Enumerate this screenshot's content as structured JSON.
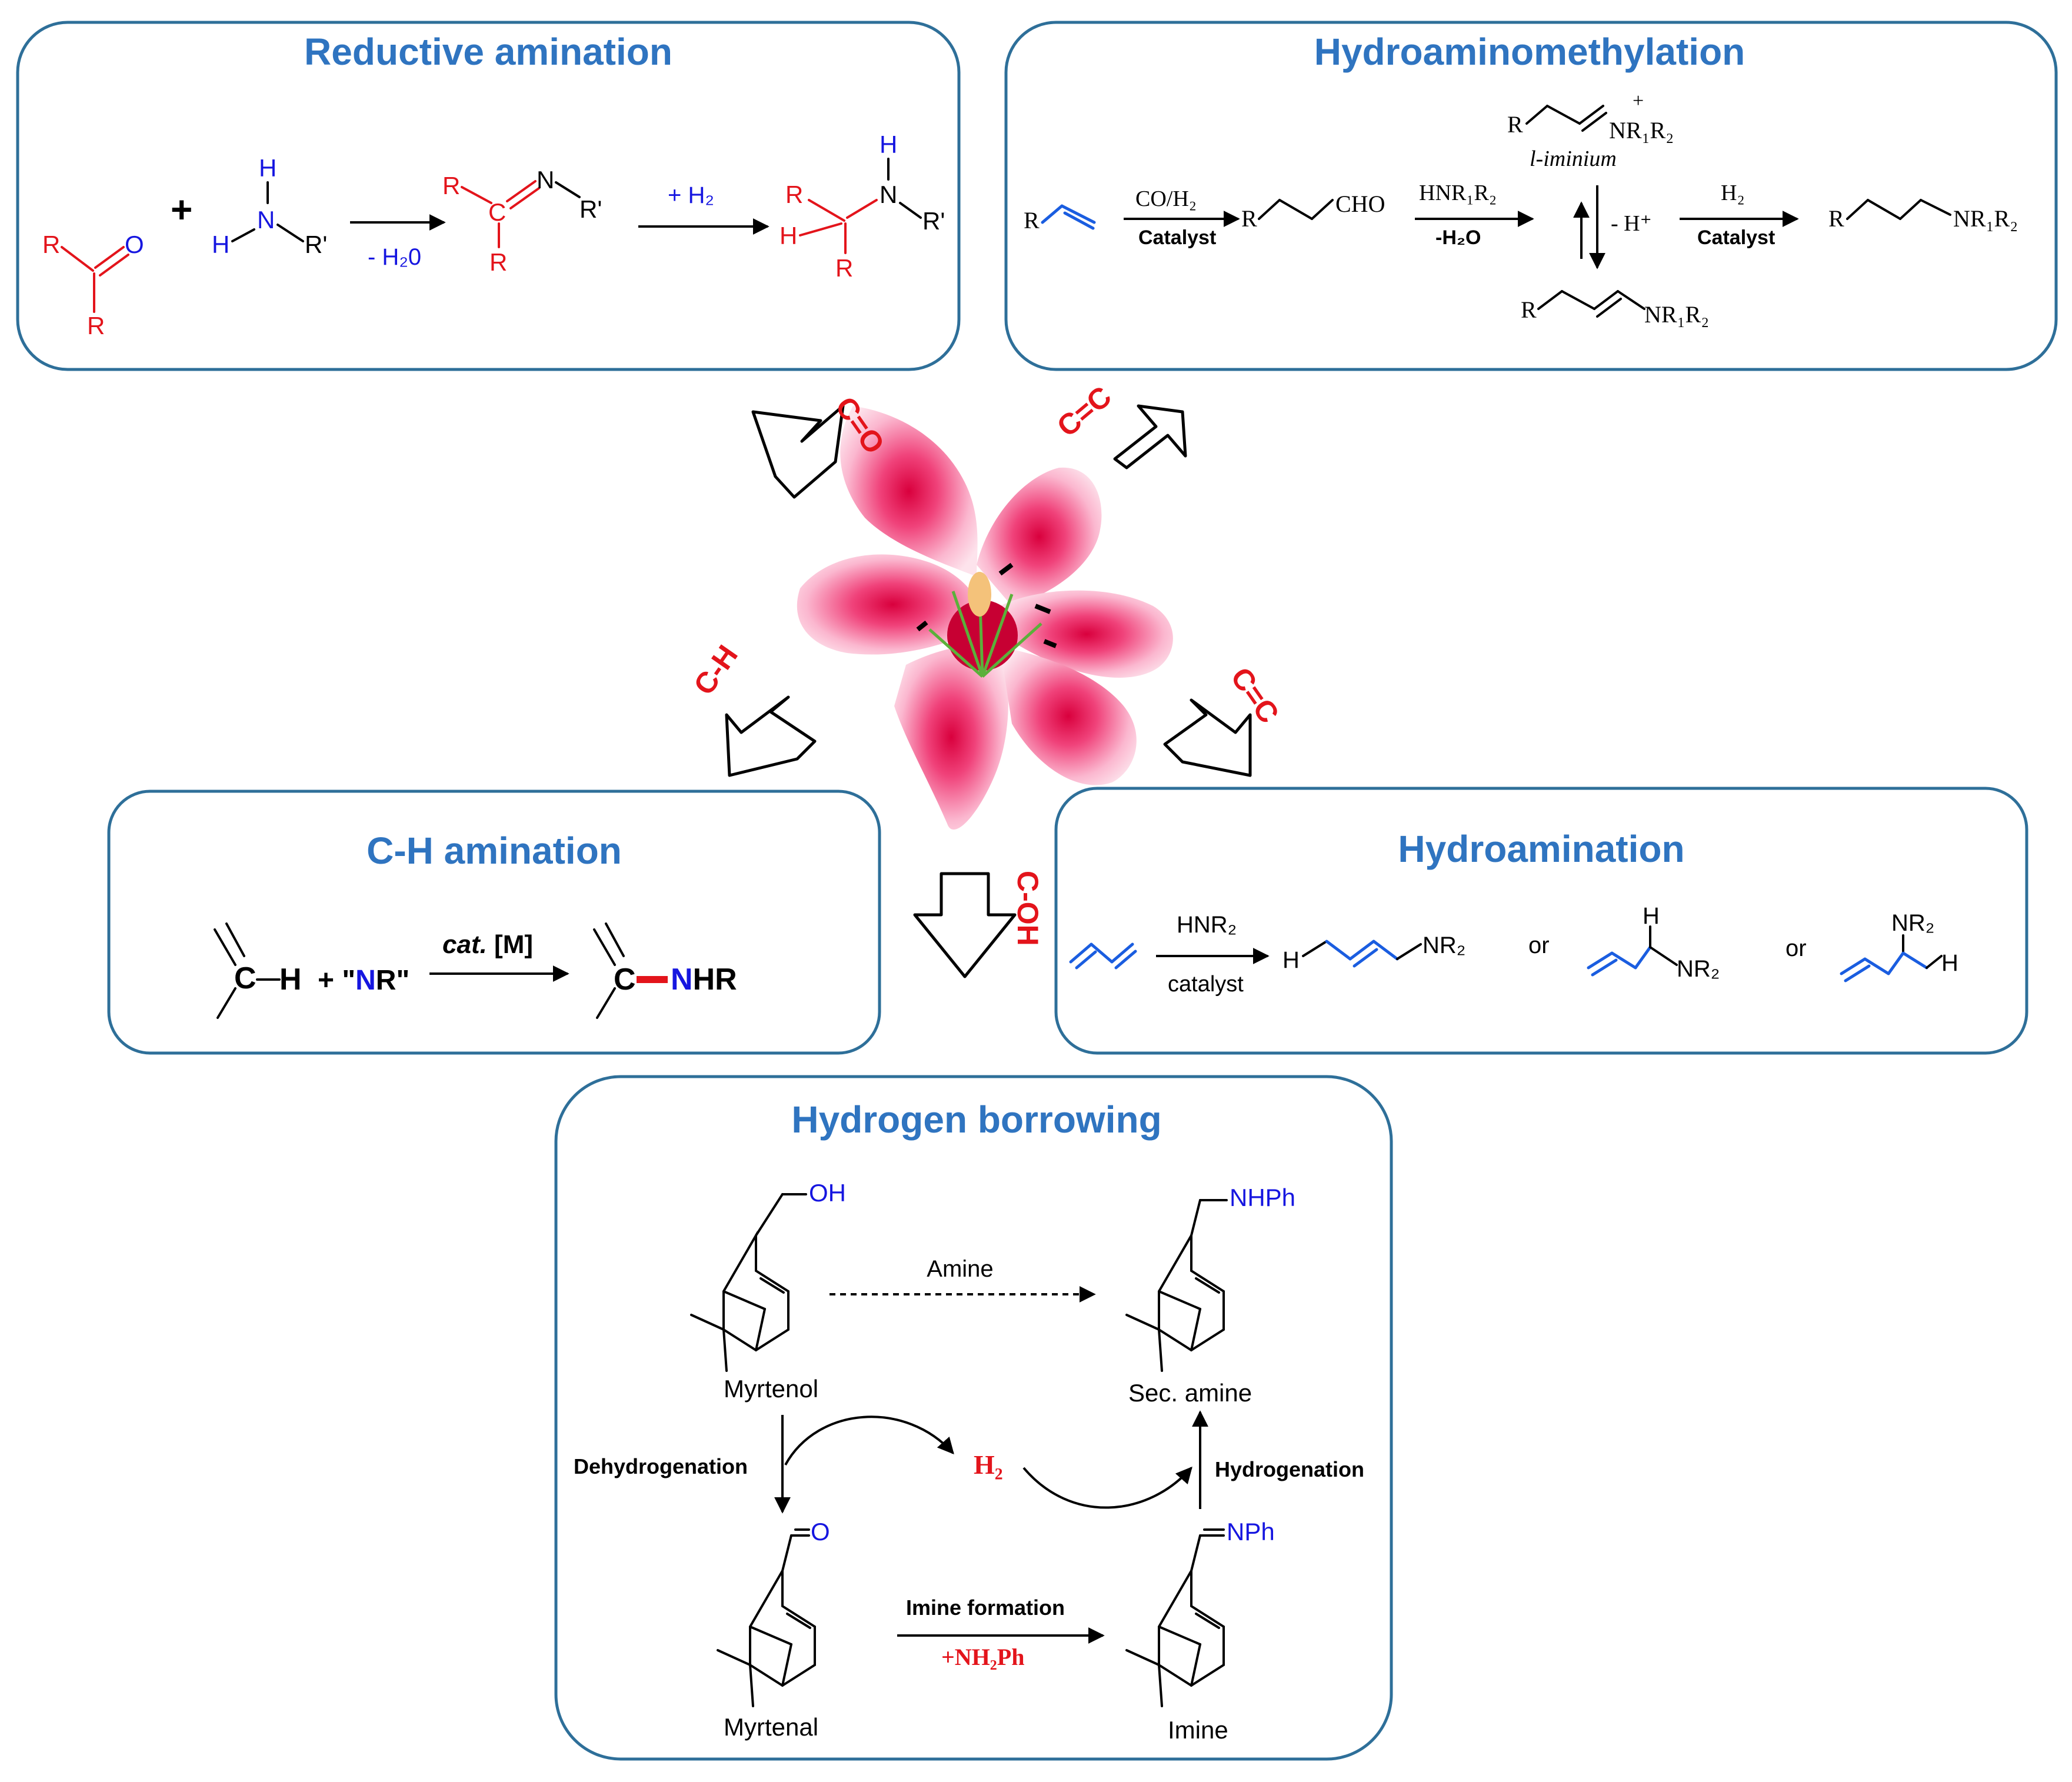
{
  "panels": {
    "reductive_amination": {
      "title": "Reductive amination",
      "plus": "+",
      "minus_water": "- H₂0",
      "plus_h2": "+ H₂"
    },
    "hydroaminomethylation": {
      "title": "Hydroaminomethylation",
      "co_h2": "CO/H₂",
      "catalyst": "Catalyst",
      "cho": "CHO",
      "amine_reagent": "HNR₁R₂",
      "minus_water": "-H₂O",
      "iminium_label": "l-iminium",
      "iminium_group": "NR₁R₂",
      "enamine_group": "NR₁R₂",
      "minus_h": "- H⁺",
      "h2": "H₂",
      "catalyst2": "Catalyst",
      "product_group": "NR₁R₂"
    },
    "ch_amination": {
      "title": "C-H amination",
      "reagent": "+ \"NR\"",
      "catalyst": "cat. [M]",
      "product_group": "NHR"
    },
    "hydroamination": {
      "title": "Hydroamination",
      "reagent": "HNR₂",
      "catalyst": "catalyst",
      "or1": "or",
      "or2": "or",
      "group": "NR₂"
    },
    "hydrogen_borrowing": {
      "title": "Hydrogen borrowing",
      "myrtenol": "Myrtenol",
      "oh": "OH",
      "amine": "Amine",
      "sec_amine": "Sec. amine",
      "nhph": "NHPh",
      "dehydrogenation": "Dehydrogenation",
      "h2": "H₂",
      "hydrogenation": "Hydrogenation",
      "myrtenal": "Myrtenal",
      "o": "O",
      "imine_formation": "Imine formation",
      "nh2ph": "+NH₂Ph",
      "imine": "Imine",
      "nph": "NPh"
    }
  },
  "bond_labels": {
    "co": "C=O",
    "cc_top": "C=C",
    "ch": "C-H",
    "cc_right": "C=C",
    "coh": "C-OH"
  },
  "colors": {
    "title": "#2f74c0",
    "panel_border": "#2e6f99",
    "red": "#e3141b",
    "blue": "#1616e0"
  }
}
